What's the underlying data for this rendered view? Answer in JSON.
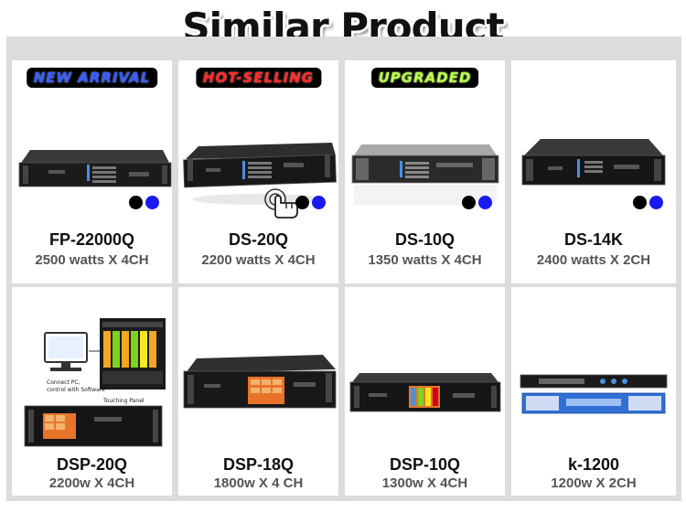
{
  "title": "Similar Product",
  "colors": {
    "grid_background": "#dcdcdc",
    "badge_blue": "#3b5bff",
    "badge_red": "#ff2a2a",
    "badge_green": "#baff4a",
    "dot_black": "#000000",
    "dot_blue": "#1a1aee"
  },
  "products": [
    {
      "model": "FP-22000Q",
      "spec": "2500 watts X 4CH",
      "badge": "NEW ARRIVAL",
      "color_options": [
        "black",
        "blue"
      ]
    },
    {
      "model": "DS-20Q",
      "spec": "2200 watts X 4CH",
      "badge": "HOT-SELLING",
      "color_options": [
        "black",
        "blue"
      ],
      "icon": "hand-pointer-icon"
    },
    {
      "model": "DS-10Q",
      "spec": "1350 watts X 4CH",
      "badge": "UPGRADED",
      "color_options": [
        "black",
        "blue"
      ]
    },
    {
      "model": "DS-14K",
      "spec": "2400 watts X 2CH",
      "color_options": [
        "black",
        "blue"
      ]
    },
    {
      "model": "DSP-20Q",
      "spec": "2200w X 4CH",
      "image_text": [
        "Connect PC,",
        "control with Software",
        "Touching Panel"
      ]
    },
    {
      "model": "DSP-18Q",
      "spec": "1800w X 4 CH"
    },
    {
      "model": "DSP-10Q",
      "spec": "1300w X 4CH"
    },
    {
      "model": "k-1200",
      "spec": "1200w X 2CH"
    }
  ]
}
